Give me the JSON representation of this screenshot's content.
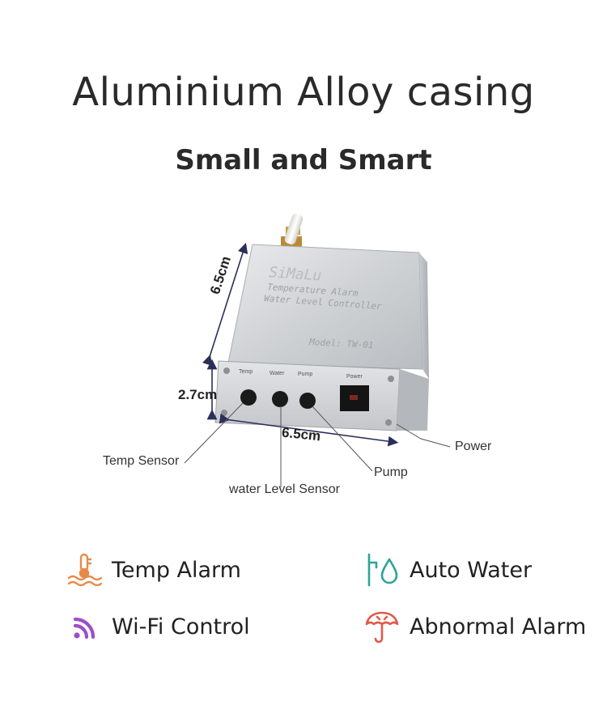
{
  "header": {
    "title": "Aluminium Alloy casing",
    "subtitle": "Small and Smart"
  },
  "device": {
    "brand": "SiMaLu",
    "line1": "Temperature Alarm",
    "line2": "Water Level Controller",
    "model": "Model: TW-01",
    "port_labels": [
      "Temp",
      "Water",
      "Pump",
      "Power"
    ]
  },
  "dimensions": {
    "depth": "6.5cm",
    "height": "2.7cm",
    "width": "6.5cm"
  },
  "callouts": {
    "temp_sensor": "Temp Sensor",
    "water_level_sensor": "water Level Sensor",
    "pump": "Pump",
    "power": "Power"
  },
  "features": [
    {
      "label": "Temp Alarm",
      "icon": "thermometer-water-icon",
      "color": "#e8894a"
    },
    {
      "label": "Auto Water",
      "icon": "faucet-drop-icon",
      "color": "#2aa596"
    },
    {
      "label": "Wi-Fi Control",
      "icon": "wifi-signal-icon",
      "color": "#9b4fc9"
    },
    {
      "label": "Abnormal Alarm",
      "icon": "umbrella-icon",
      "color": "#e05a4a"
    }
  ]
}
